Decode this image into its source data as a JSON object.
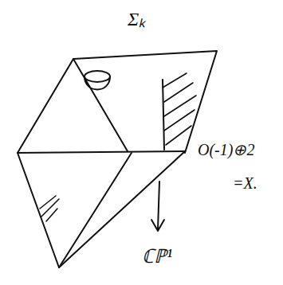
{
  "diagram": {
    "labels": [
      "Σₖ",
      "O(-1)⊕2",
      "=X.",
      "ℂℙ¹"
    ]
  }
}
